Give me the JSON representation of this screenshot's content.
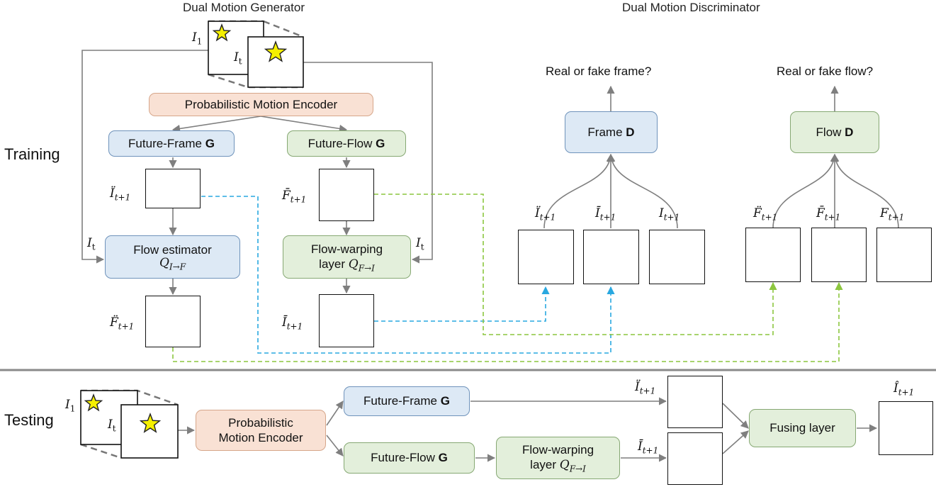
{
  "headers": {
    "generator": "Dual Motion Generator",
    "discriminator": "Dual Motion Discriminator"
  },
  "sections": {
    "training": "Training",
    "testing": "Testing"
  },
  "questions": {
    "frame": "Real or fake frame?",
    "flow": "Real or fake flow?"
  },
  "modules": {
    "encoder": "Probabilistic Motion Encoder",
    "encoder_test_line1": "Probabilistic",
    "encoder_test_line2": "Motion Encoder",
    "future_frame": "Future-Frame",
    "future_flow": "Future-Flow",
    "g": "G",
    "d": "D",
    "frame_d": "Frame",
    "flow_d": "Flow",
    "flow_estimator": "Flow estimator",
    "q_i_f": "Q",
    "q_i_f_sub": "I→F",
    "warping_line1": "Flow-warping",
    "warping_line2": "layer",
    "q_f_i": "Q",
    "q_f_i_sub": "F→I",
    "fusing": "Fusing layer"
  },
  "symbols": {
    "i1_base": "I",
    "i1_sub": "1",
    "it_base": "I",
    "it_sub": "t",
    "i_dd": "Ï",
    "f_dd": "F̈",
    "i_bar": "Ī",
    "f_bar": "F̄",
    "i_plain": "I",
    "f_plain": "F",
    "i_hat": "Î",
    "sub_t1": "t+1"
  },
  "colors": {
    "frame_path": "#29a8e0",
    "flow_path": "#8cc63f",
    "arrow": "#7f7f7f",
    "star_fill": "#f5f000",
    "star_stroke": "#222222"
  }
}
